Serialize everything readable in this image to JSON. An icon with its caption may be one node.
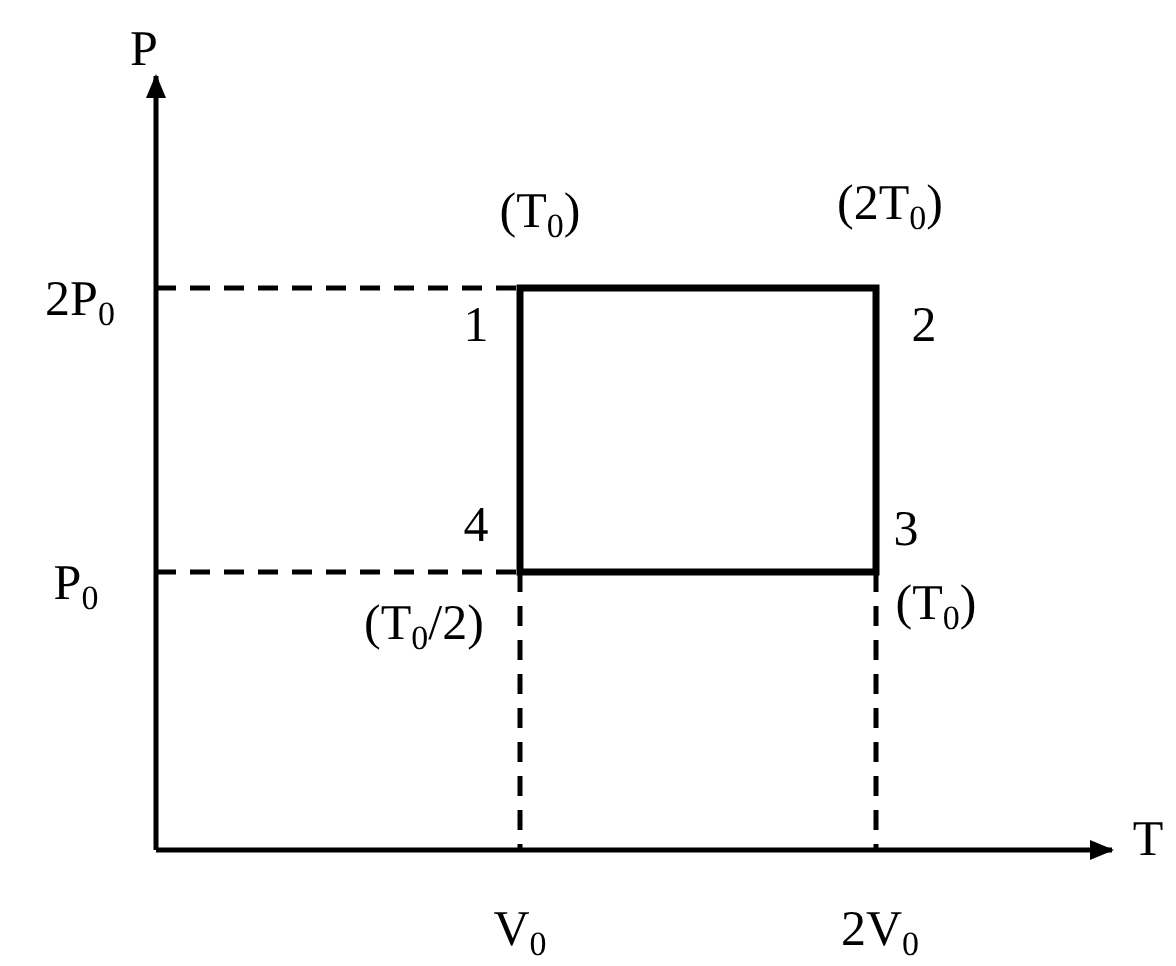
{
  "diagram": {
    "nodes": [
      {
        "text": [],
        "shape": "box"
      }
    ],
    "labels": [
      "P",
      "(T$_{0}$)",
      "(2T$_{0}$)",
      "2P$_{0}$",
      "1",
      "2",
      "4",
      "3",
      "P$_{0}$",
      "(T$_{0}$/2)",
      "(T$_{0}$)",
      "T",
      "V$_{0}$",
      "2V$_{0}$"
    ]
  }
}
